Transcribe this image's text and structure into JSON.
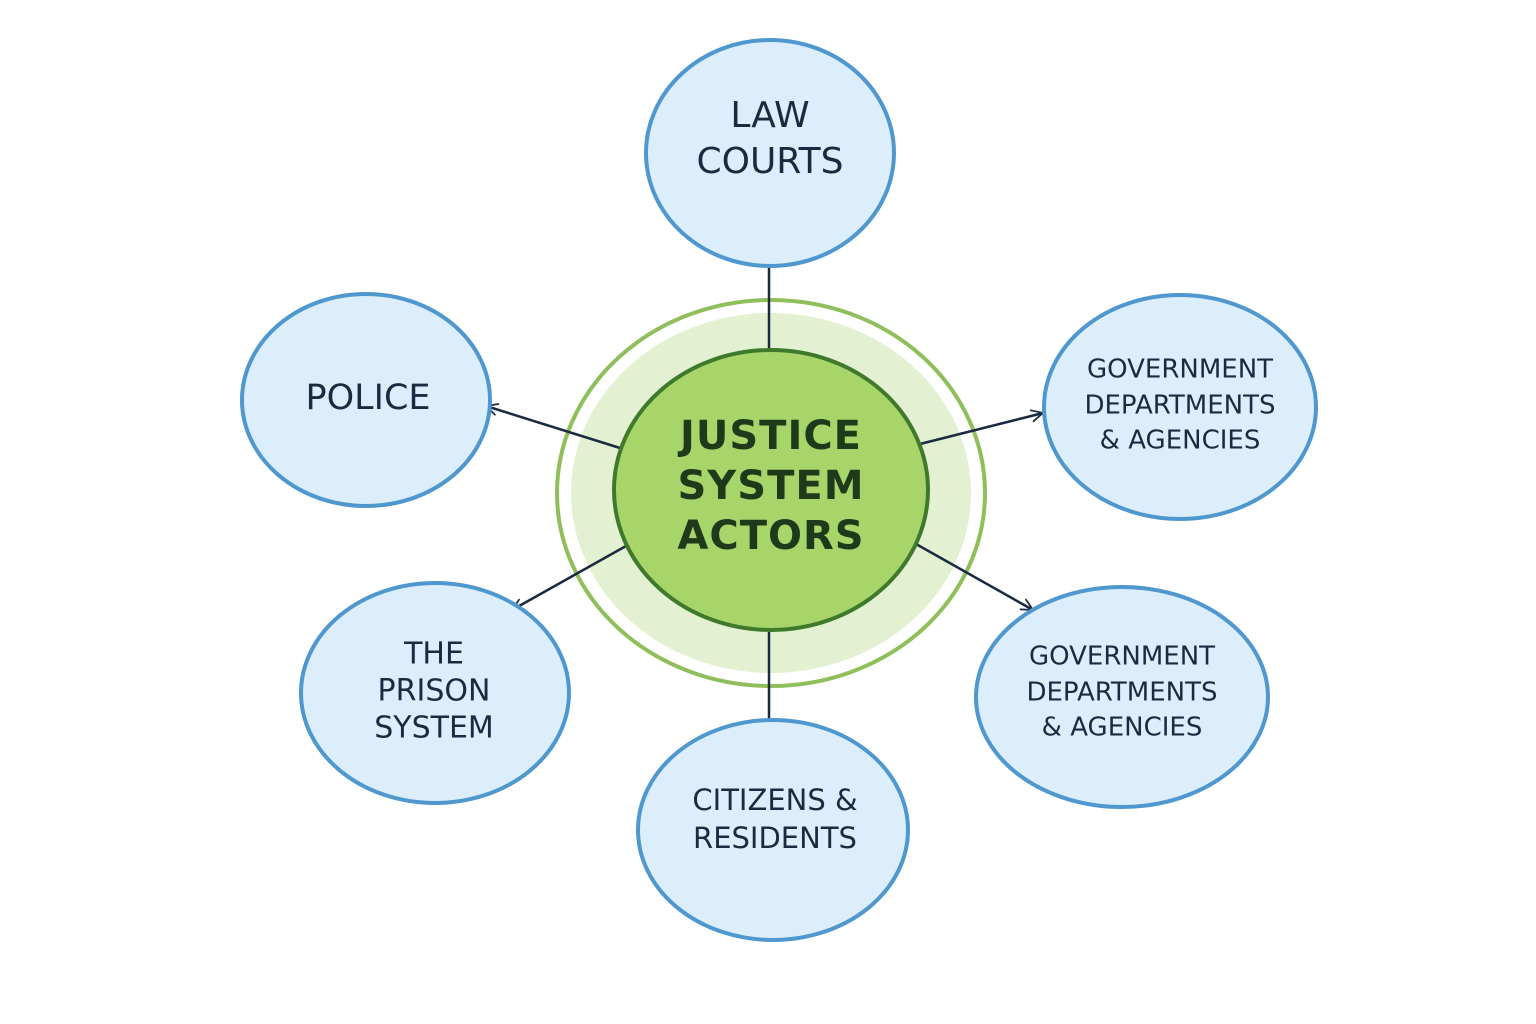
{
  "center": {
    "lines": [
      "JUSTICE",
      "SYSTEM",
      "ACTORS"
    ]
  },
  "nodes": [
    {
      "id": "law-courts",
      "lines": [
        "LAW",
        "COURTS"
      ]
    },
    {
      "id": "police",
      "lines": [
        "POLICE"
      ]
    },
    {
      "id": "government-departments-agencies-upper",
      "lines": [
        "GOVERNMENT",
        "DEPARTMENTS",
        "& AGENCIES"
      ]
    },
    {
      "id": "prison-system",
      "lines": [
        "THE",
        "PRISON",
        "SYSTEM"
      ]
    },
    {
      "id": "government-departments-agencies-lower",
      "lines": [
        "GOVERNMENT",
        "DEPARTMENTS",
        "& AGENCIES"
      ]
    },
    {
      "id": "citizens-residents",
      "lines": [
        "CITIZENS &",
        "RESIDENTS"
      ]
    }
  ],
  "colors": {
    "node_fill": "#dceefb",
    "node_stroke": "#4f97cf",
    "center_fill": "#a8d56a",
    "center_stroke": "#3f7a2c",
    "halo_fill": "#e3f0d2",
    "halo_stroke": "#8fbf5a",
    "arrow": "#1b2a40"
  }
}
